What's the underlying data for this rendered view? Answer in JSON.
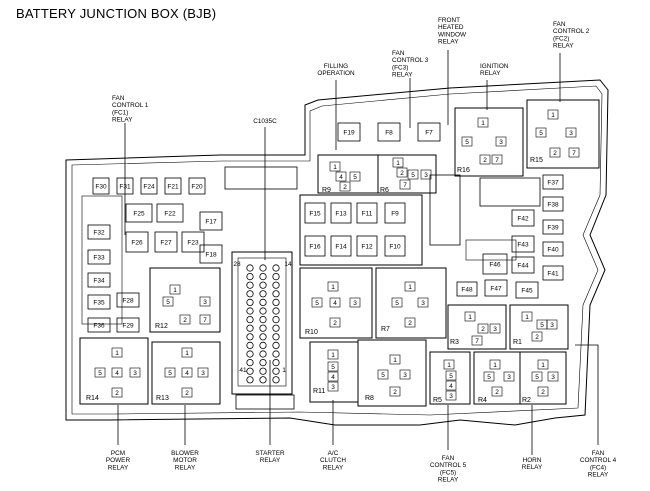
{
  "title": "BATTERY JUNCTION BOX (BJB)",
  "connector": "C1035C",
  "connector_pins": {
    "p28": "28",
    "p14": "14",
    "p41": "41",
    "p1": "1"
  },
  "callouts": {
    "fc1": [
      "FAN",
      "CONTROL 1",
      "(FC1)",
      "RELAY"
    ],
    "c1035c": [
      "C1035C"
    ],
    "filling": [
      "FILLING",
      "OPERATION"
    ],
    "fc3": [
      "FAN",
      "CONTROL 3",
      "(FC3)",
      "RELAY"
    ],
    "fhw": [
      "FRONT",
      "HEATED",
      "WINDOW",
      "RELAY"
    ],
    "ignition": [
      "IGNITION",
      "RELAY"
    ],
    "fc2": [
      "FAN",
      "CONTROL 2",
      "(FC2)",
      "RELAY"
    ],
    "pcm": [
      "PCM",
      "POWER",
      "RELAY"
    ],
    "blower": [
      "BLOWER",
      "MOTOR",
      "RELAY"
    ],
    "starter": [
      "STARTER",
      "RELAY"
    ],
    "ac": [
      "A/C",
      "CLUTCH",
      "RELAY"
    ],
    "fc5": [
      "FAN",
      "CONTROL 5",
      "(FC5)",
      "RELAY"
    ],
    "horn": [
      "HORN",
      "RELAY"
    ],
    "fc4": [
      "FAN",
      "CONTROL 4",
      "(FC4)",
      "RELAY"
    ]
  },
  "fuses": [
    "F7",
    "F8",
    "F15",
    "F16",
    "F17",
    "F18",
    "F19",
    "F20",
    "F21",
    "F22",
    "F23",
    "F24",
    "F25",
    "F26",
    "F27",
    "F28",
    "F29",
    "F30",
    "F31",
    "F32",
    "F33",
    "F34",
    "F35",
    "F36",
    "F37",
    "F38",
    "F39",
    "F40",
    "F41",
    "F42",
    "F43",
    "F44",
    "F45",
    "F46",
    "F47",
    "F48",
    "F9",
    "F10",
    "F11",
    "F12",
    "F13",
    "F14"
  ],
  "relays": [
    "R1",
    "R2",
    "R3",
    "R4",
    "R5",
    "R6",
    "R7",
    "R8",
    "R9",
    "R10",
    "R11",
    "R12",
    "R13",
    "R14",
    "R15",
    "R16"
  ]
}
